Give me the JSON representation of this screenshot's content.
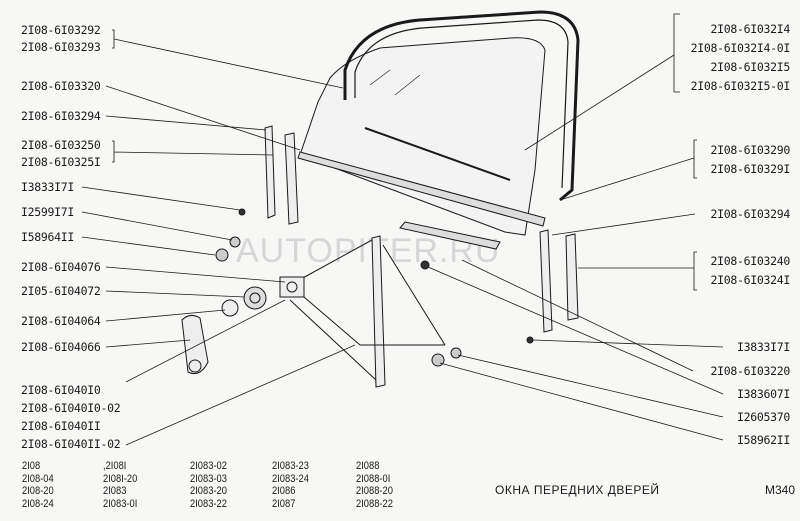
{
  "watermark": "AUTOPITER.RU",
  "left_labels": {
    "l1": [
      "2I08-6I03292",
      "2I08-6I03293"
    ],
    "l2": "2I08-6I03320",
    "l3": "2I08-6I03294",
    "l4": [
      "2I08-6I03250",
      "2I08-6I0325I"
    ],
    "l5": "I3833I7I",
    "l6": "I2599I7I",
    "l7": "I58964II",
    "l8": "2I08-6I04076",
    "l9": "2I05-6I04072",
    "l10": "2I08-6I04064",
    "l11": "2I08-6I04066",
    "l12": [
      "2I08-6I040I0",
      "2I08-6I040I0-02",
      "2I08-6I040II",
      "2I08-6I040II-02"
    ]
  },
  "right_labels": {
    "r1": [
      "2I08-6I032I4",
      "2I08-6I032I4-0I",
      "2I08-6I032I5",
      "2I08-6I032I5-0I"
    ],
    "r2": [
      "2I08-6I03290",
      "2I08-6I0329I"
    ],
    "r3": "2I08-6I03294",
    "r4": [
      "2I08-6I03240",
      "2I08-6I0324I"
    ],
    "r5": "I3833I7I",
    "r6": "2I08-6I03220",
    "r7": "I383607I",
    "r8": "I2605370",
    "r9": "I58962II"
  },
  "models": [
    [
      "2I08",
      "2I08-04",
      "2I08-20",
      "2I08-24"
    ],
    [
      ",2I08I",
      "2I08I-20",
      "2I083",
      "2I083-0I"
    ],
    [
      "2I083-02",
      "2I083-03",
      "2I083-20",
      "2I083-22"
    ],
    [
      "2I083-23",
      "2I083-24",
      "2I086",
      "2I087"
    ],
    [
      "2I088",
      "2I088-0I",
      "2I088-20",
      "2I088-22"
    ]
  ],
  "title": "ОКНА ПЕРЕДНИХ ДВЕРЕЙ",
  "page_code": "M340"
}
